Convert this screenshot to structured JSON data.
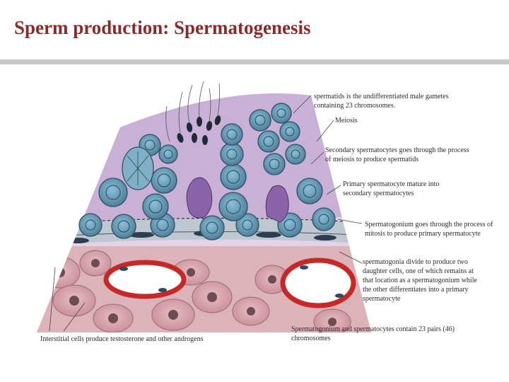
{
  "title": "Sperm production: Spermatogenesis",
  "annotations": {
    "spermatids": "spermatids is the undifferentiated male gametes containing 23 chromosomes.",
    "meiosis": "Meiosis",
    "secondary": "Secondary spermatocytes goes through the process of meiosis to produce spermatids",
    "primary": "Primary spermatocyte mature into secondary spermatocytes",
    "spermatogonium": "Spermatogonium goes through the process of mitosis to produce primary spermatocyte",
    "spermatogonia_divide": "spermatogonia divide to produce two daughter cells, one of which remains at that location as a spermatogonium while the other differentiates into a primary spermatocyte",
    "interstitial": "Interstitial cells produce testosterone and other androgens",
    "chromosomes": "Spermatogonium and spermatocytes contain 23 pairs (46) chromosomes"
  },
  "colors": {
    "title": "#8b2a2a",
    "lumen": "#c9b7dc",
    "cell_fill": "#6fa0bb",
    "nucleus": "#3d5f74",
    "interstitial": "#d9a7b0",
    "vessel": "#c62828"
  }
}
